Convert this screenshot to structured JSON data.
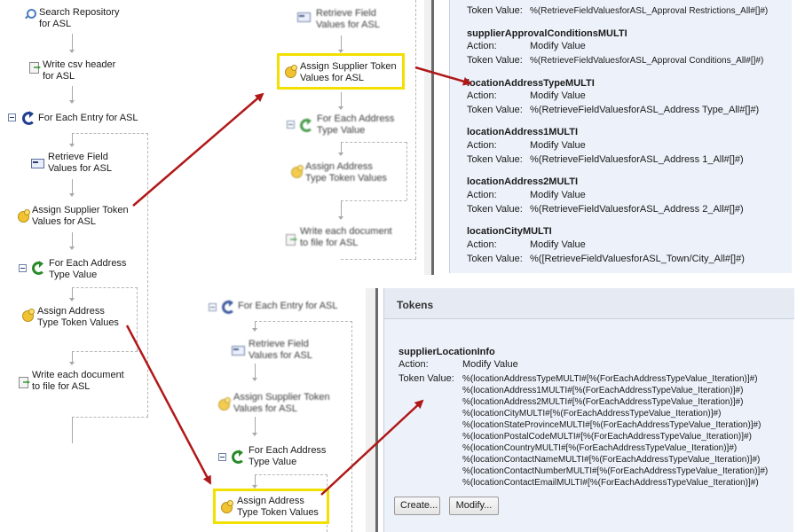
{
  "workflow_left": {
    "search_repository": "Search Repository\nfor ASL",
    "write_csv_header": "Write csv header\nfor ASL",
    "for_each_entry": "For Each Entry for ASL",
    "retrieve_field_values": "Retrieve Field\nValues for ASL",
    "assign_supplier_token": "Assign Supplier Token\nValues for ASL",
    "for_each_address_type": "For Each Address\nType Value",
    "assign_address_type_token": "Assign Address\nType Token Values",
    "write_each_document": "Write each document\nto file for ASL"
  },
  "workflow_top_zoom": {
    "retrieve_field_values": "Retrieve Field\nValues for ASL",
    "assign_supplier_token": "Assign Supplier Token\nValues for ASL",
    "for_each_address_type": "For Each Address\nType Value",
    "assign_address_type_token": "Assign Address\nType Token Values",
    "write_each_document": "Write each document\nto file for ASL"
  },
  "workflow_bottom_zoom": {
    "for_each_entry": "For Each Entry for ASL",
    "retrieve_field_values": "Retrieve Field\nValues for ASL",
    "assign_supplier_token": "Assign Supplier Token\nValues for ASL",
    "for_each_address_type": "For Each Address\nType Value",
    "assign_address_type_token": "Assign Address\nType Token Values"
  },
  "supplier_tokens_panel": {
    "top_token_value_label": "Token Value:",
    "top_token_value": "%(RetrieveFieldValuesforASL_Approval Restrictions_All#[]#)",
    "entries": [
      {
        "name": "supplierApprovalConditionsMULTI",
        "action_label": "Action:",
        "action": "Modify Value",
        "token_label": "Token Value:",
        "token": "%(RetrieveFieldValuesforASL_Approval Conditions_All#[]#)"
      },
      {
        "name": "locationAddressTypeMULTI",
        "action_label": "Action:",
        "action": "Modify Value",
        "token_label": "Token Value:",
        "token": "%(RetrieveFieldValuesforASL_Address Type_All#[]#)"
      },
      {
        "name": "locationAddress1MULTI",
        "action_label": "Action:",
        "action": "Modify Value",
        "token_label": "Token Value:",
        "token": "%(RetrieveFieldValuesforASL_Address 1_All#[]#)"
      },
      {
        "name": "locationAddress2MULTI",
        "action_label": "Action:",
        "action": "Modify Value",
        "token_label": "Token Value:",
        "token": "%(RetrieveFieldValuesforASL_Address 2_All#[]#)"
      },
      {
        "name": "locationCityMULTI",
        "action_label": "Action:",
        "action": "Modify Value",
        "token_label": "Token Value:",
        "token": "%([RetrieveFieldValuesforASL_Town/City_All#[]#)"
      }
    ]
  },
  "tokens_panel": {
    "header": "Tokens",
    "name": "supplierLocationInfo",
    "action_label": "Action:",
    "action": "Modify Value",
    "token_label": "Token Value:",
    "token_lines": [
      "%(locationAddressTypeMULTI#[%(ForEachAddressTypeValue_Iteration)]#)",
      "%(locationAddress1MULTI#[%(ForEachAddressTypeValue_Iteration)]#)",
      "%(locationAddress2MULTI#[%(ForEachAddressTypeValue_Iteration)]#)",
      "%(locationCityMULTI#[%(ForEachAddressTypeValue_Iteration)]#)",
      "%(locationStateProvinceMULTI#[%(ForEachAddressTypeValue_Iteration)]#)",
      "%(locationPostalCodeMULTI#[%(ForEachAddressTypeValue_Iteration)]#)",
      "%(locationCountryMULTI#[%(ForEachAddressTypeValue_Iteration)]#)",
      "%(locationContactNameMULTI#[%(ForEachAddressTypeValue_Iteration)]#)",
      "%(locationContactNumberMULTI#[%(ForEachAddressTypeValue_Iteration)]#)",
      "%(locationContactEmailMULTI#[%(ForEachAddressTypeValue_Iteration)]#)"
    ],
    "create_button": "Create...",
    "modify_button": "Modify..."
  },
  "colors": {
    "highlight": "#f2e000",
    "arrow": "#b01818",
    "panel_bg": "#edf2fa",
    "loop_blue": "#1f3f8f",
    "loop_green": "#2a8a2a",
    "token_yellow": "#f2c330"
  }
}
